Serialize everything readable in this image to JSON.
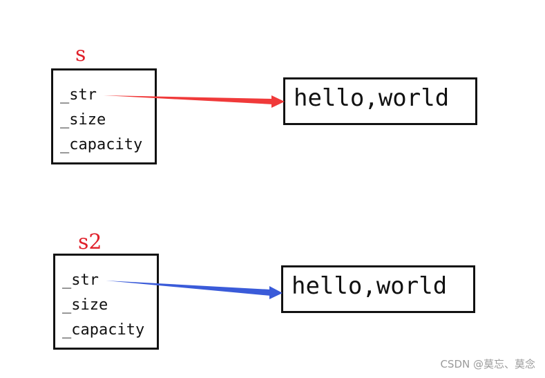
{
  "diagram": {
    "objects": [
      {
        "var_name": "s",
        "fields": [
          "_str",
          "_size",
          "_capacity"
        ],
        "target_text": "hello,world",
        "arrow_color": "#f03a3a"
      },
      {
        "var_name": "s2",
        "fields": [
          "_str",
          "_size",
          "_capacity"
        ],
        "target_text": "hello,world",
        "arrow_color": "#3a5bd9"
      }
    ]
  },
  "watermark": "CSDN @莫忘、莫念",
  "colors": {
    "label_red": "#e0202a",
    "border": "#111111",
    "watermark": "#9a9a9a"
  }
}
